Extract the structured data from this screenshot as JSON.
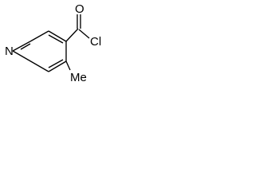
{
  "structure": {
    "atoms": {
      "oxygen": "O",
      "chlorine": "Cl",
      "nitrogen": "N",
      "methyl": "Me"
    }
  }
}
